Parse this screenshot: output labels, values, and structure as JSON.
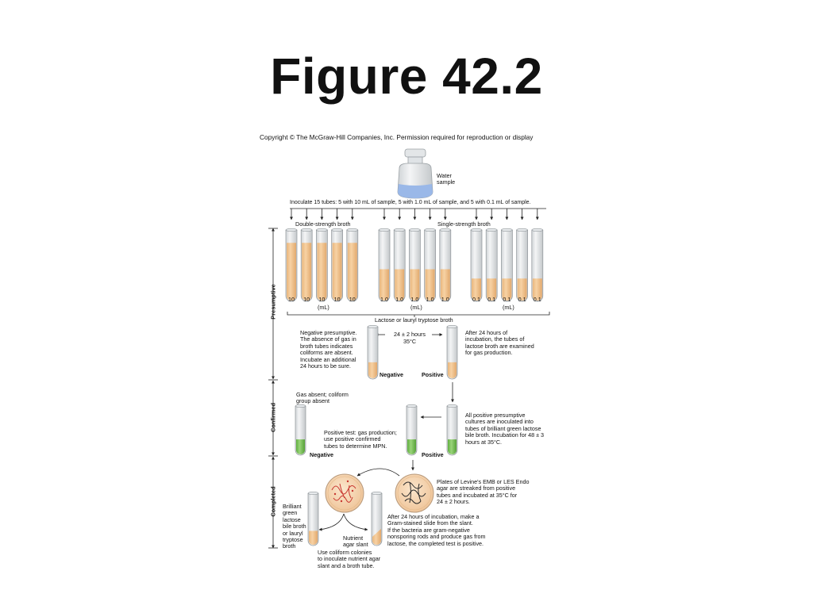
{
  "slide": {
    "title": "Figure 42.2"
  },
  "figure": {
    "copyright": "Copyright © The McGraw-Hill Companies, Inc. Permission required for reproduction or display",
    "water_sample": "Water\nsample",
    "inoculate": "Inoculate 15 tubes:  5 with 10 mL of sample, 5 with 1.0 mL of sample, and 5 with 0.1 mL of sample.",
    "double_strength": "Double-strength broth",
    "single_strength": "Single-strength broth",
    "volumes": {
      "group1": [
        "10",
        "10",
        "10",
        "10",
        "10"
      ],
      "group2": [
        "1.0",
        "1.0",
        "1.0",
        "1.0",
        "1.0"
      ],
      "group3": [
        "0.1",
        "0.1",
        "0.1",
        "0.1",
        "0.1"
      ],
      "unit": "(mL)"
    },
    "lactose_broth": "Lactose or lauryl tryptose broth",
    "stages": {
      "presumptive": "Presumptive",
      "confirmed": "Confirmed",
      "completed": "Completed"
    },
    "negative_presumptive": "Negative presumptive.\nThe absence of gas in\nbroth tubes indicates\ncoliforms are absent.\nIncubate an additional\n24 hours to be sure.",
    "incubation_time": "24 ± 2 hours",
    "incubation_temp": "35°C",
    "after_24_hours": "After 24 hours of\nincubation, the tubes of\nlactose broth are examined\nfor gas production.",
    "negative": "Negative",
    "positive": "Positive",
    "gas_absent": "Gas absent; coliform\ngroup absent",
    "positive_test": "Positive test: gas production;\nuse positive confirmed\ntubes to determine MPN.",
    "all_positive": "All positive presumptive\ncultures are inoculated into\ntubes of brilliant green lactose\nbile broth. Incubation for 48 ± 3\nhours at 35°C.",
    "plates_text": "Plates of Levine's EMB or LES Endo\nagar are streaked from positive\ntubes and incubated at 35°C for\n24 ± 2 hours.",
    "brilliant_green": "Brilliant\ngreen\nlactose\nbile broth\nor lauryl\ntryptose\nbroth",
    "nutrient_agar": "Nutrient\nagar slant",
    "after_24_gram": "After 24 hours of incubation, make a\nGram-stained slide from the slant.\nIf the bacteria are gram-negative\nnonsporing rods and produce gas from\nlactose, the completed test is positive.",
    "use_coliform": "Use coliform colonies\nto inoculate nutrient agar\nslant and a broth tube.",
    "colors": {
      "broth": "#f3c48e",
      "green_broth": "#7cc25a",
      "water": "#9ab8e8",
      "colony": "#c8362f"
    }
  }
}
